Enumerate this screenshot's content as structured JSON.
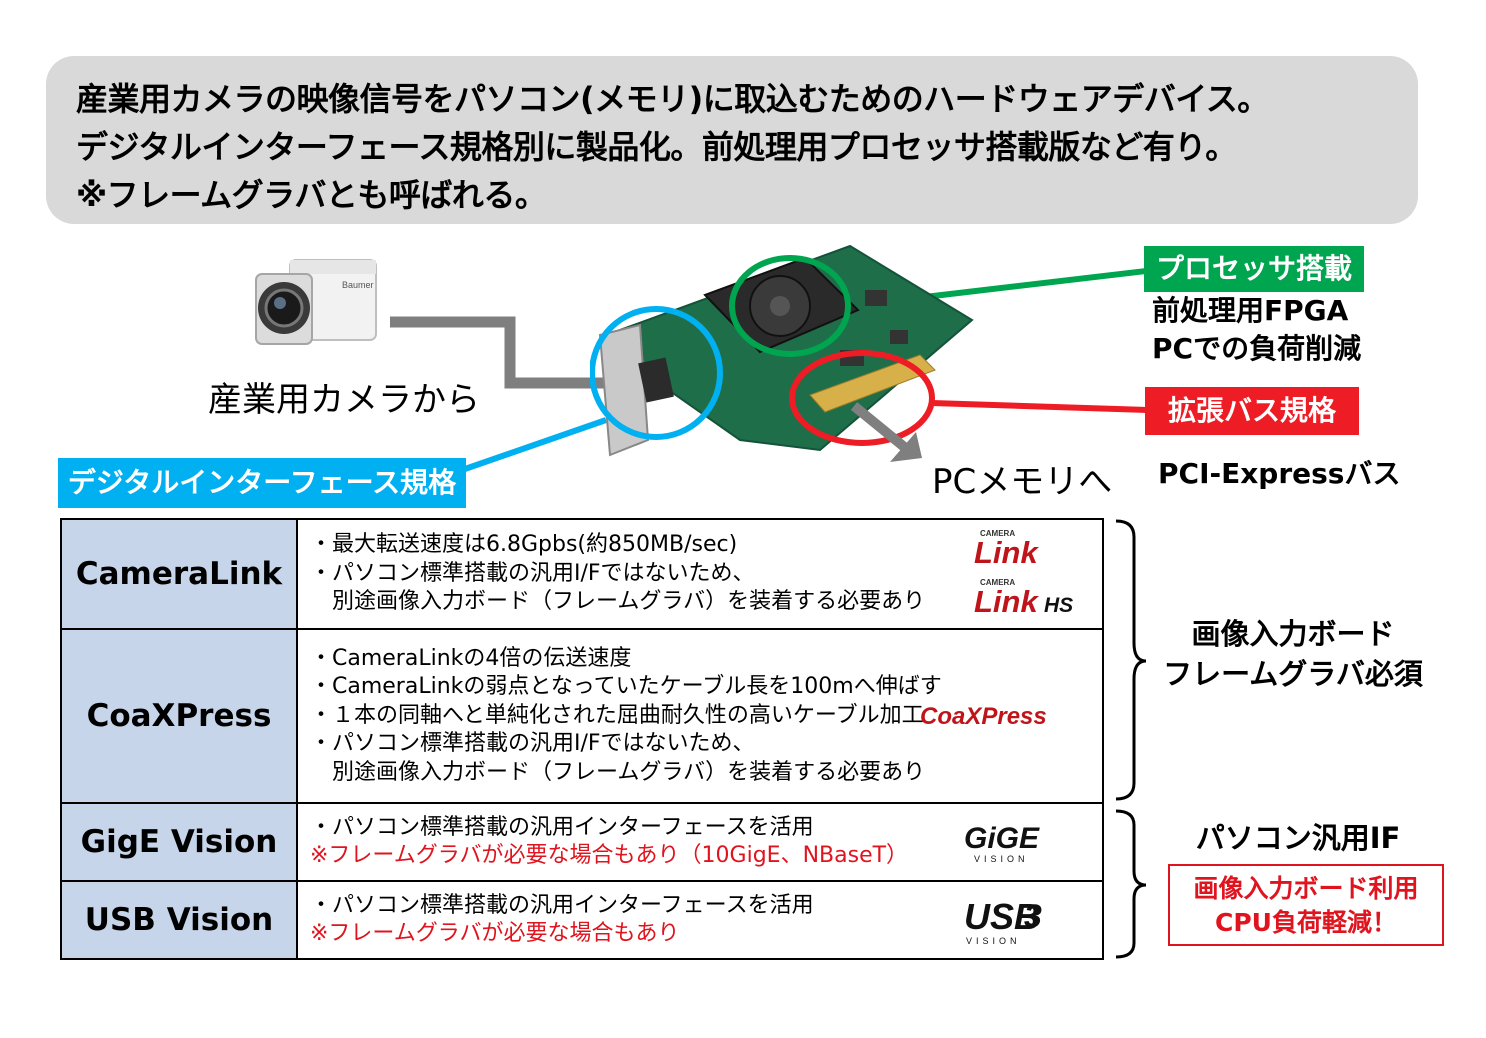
{
  "header": {
    "lines": [
      "産業用カメラの映像信号をパソコン(メモリ)に取込むためのハードウェアデバイス。",
      "デジタルインターフェース規格別に製品化。前処理用プロセッサ搭載版など有り。",
      "※フレームグラバとも呼ばれる。"
    ]
  },
  "camera": {
    "caption": "産業用カメラから",
    "brand": "Baumer"
  },
  "board": {
    "output_caption": "PCメモリへ"
  },
  "callouts": {
    "processor": {
      "label": "プロセッサ搭載",
      "lines": [
        "前処理用FPGA",
        "PCでの負荷削減"
      ]
    },
    "bus": {
      "label": "拡張バス規格",
      "text": "PCI-Expressバス"
    },
    "interface": {
      "label": "デジタルインターフェース規格"
    }
  },
  "table": {
    "rows": [
      {
        "name": "CameraLink",
        "lines": [
          "・最大転送速度は6.8Gpbs(約850MB/sec)",
          "・パソコン標準搭載の汎用I/Fではないため、",
          "　別途画像入力ボード（フレームグラバ）を装着する必要あり"
        ],
        "red_lines": [],
        "logos": [
          "CameraLink-logo",
          "CameraLinkHS-logo"
        ]
      },
      {
        "name": "CoaXPress",
        "lines": [
          "・CameraLinkの4倍の伝送速度",
          "・CameraLinkの弱点となっていたケーブル長を100mへ伸ばす",
          "・１本の同軸へと単純化された屈曲耐久性の高いケーブル加工",
          "・パソコン標準搭載の汎用I/Fではないため、",
          "　別途画像入力ボード（フレームグラバ）を装着する必要あり"
        ],
        "red_lines": [],
        "logos": [
          "CoaXPress-logo"
        ]
      },
      {
        "name": "GigE Vision",
        "lines": [
          "・パソコン標準搭載の汎用インターフェースを活用"
        ],
        "red_lines": [
          "※フレームグラバが必要な場合もあり（10GigE、NBaseT）"
        ],
        "logos": [
          "GigE-Vision-logo"
        ]
      },
      {
        "name": "USB Vision",
        "lines": [
          "・パソコン標準搭載の汎用インターフェースを活用"
        ],
        "red_lines": [
          "※フレームグラバが必要な場合もあり"
        ],
        "logos": [
          "USB3-Vision-logo"
        ]
      }
    ]
  },
  "braces": {
    "upper": {
      "lines": [
        "画像入力ボード",
        "フレームグラバ必須"
      ]
    },
    "lower": {
      "label": "パソコン汎用IF",
      "box_lines": [
        "画像入力ボード利用",
        "CPU負荷軽減！"
      ]
    }
  },
  "logo_text": {
    "camera": "CAMERA",
    "link": "Link",
    "hs": "HS",
    "coaxpress": "CoaXPress",
    "gige": "GiGE",
    "vision": "VISION",
    "usb": "USB",
    "three": "3"
  },
  "colors": {
    "header_bg": "#d9d9d9",
    "green": "#00a550",
    "red": "#ee1c24",
    "blue": "#00b0f0",
    "table_name_bg": "#c6d5e9"
  }
}
